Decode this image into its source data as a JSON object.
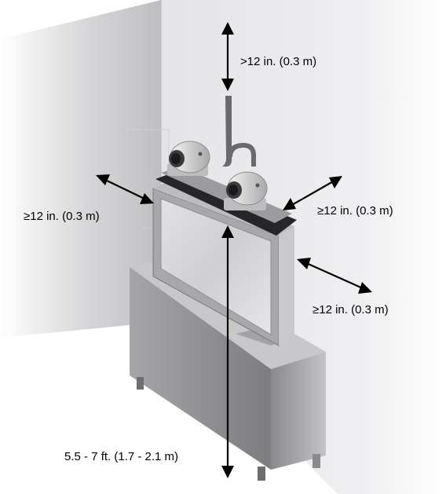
{
  "labels": {
    "top": ">12 in. (0.3 m)",
    "left": "≥12 in. (0.3 m)",
    "right_upper": "≥12 in. (0.3 m)",
    "right_lower": "≥12 in. (0.3 m)",
    "height": "5.5 - 7 ft. (1.7 - 2.1 m)"
  },
  "colors": {
    "wall_left_dark": "#c9c9cb",
    "wall_back": "#e9e9eb",
    "cabinet_front": "#8e8e90",
    "cabinet_side": "#b4b4b6",
    "screen": "#d7d7d9",
    "bezel": "#9a9a9c",
    "arrow": "#000000"
  }
}
